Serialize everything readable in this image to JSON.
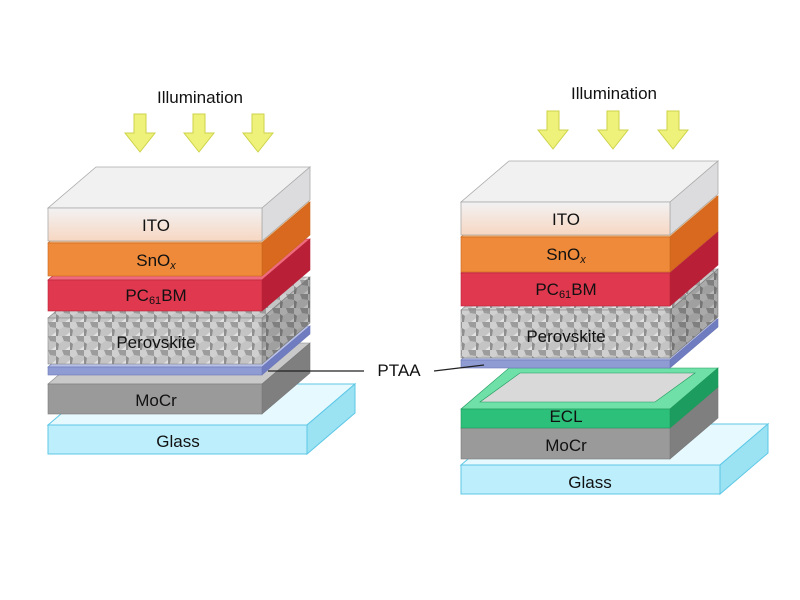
{
  "left_stack": {
    "illumination": "Illumination",
    "layers": {
      "ito": "ITO",
      "snox_base": "SnO",
      "snox_sub": "x",
      "pcbm_pre": "PC",
      "pcbm_sub": "61",
      "pcbm_post": "BM",
      "perovskite": "Perovskite",
      "mocr": "MoCr",
      "glass": "Glass"
    }
  },
  "right_stack": {
    "illumination": "Illumination",
    "layers": {
      "ito": "ITO",
      "snox_base": "SnO",
      "snox_sub": "x",
      "pcbm_pre": "PC",
      "pcbm_sub": "61",
      "pcbm_post": "BM",
      "perovskite": "Perovskite",
      "ecl": "ECL",
      "mocr": "MoCr",
      "glass": "Glass"
    }
  },
  "shared_label": "PTAA",
  "colors": {
    "ito": "#e6e6e8",
    "snox": "#ee8a3a",
    "pcbm": "#e0384f",
    "perovskite": "#a9a9a9",
    "ptaa": "#8f9bd3",
    "mocr": "#9a9a9a",
    "ecl": "#2cc07a",
    "glass": "#bdeefc",
    "arrow": "#eef27a"
  }
}
